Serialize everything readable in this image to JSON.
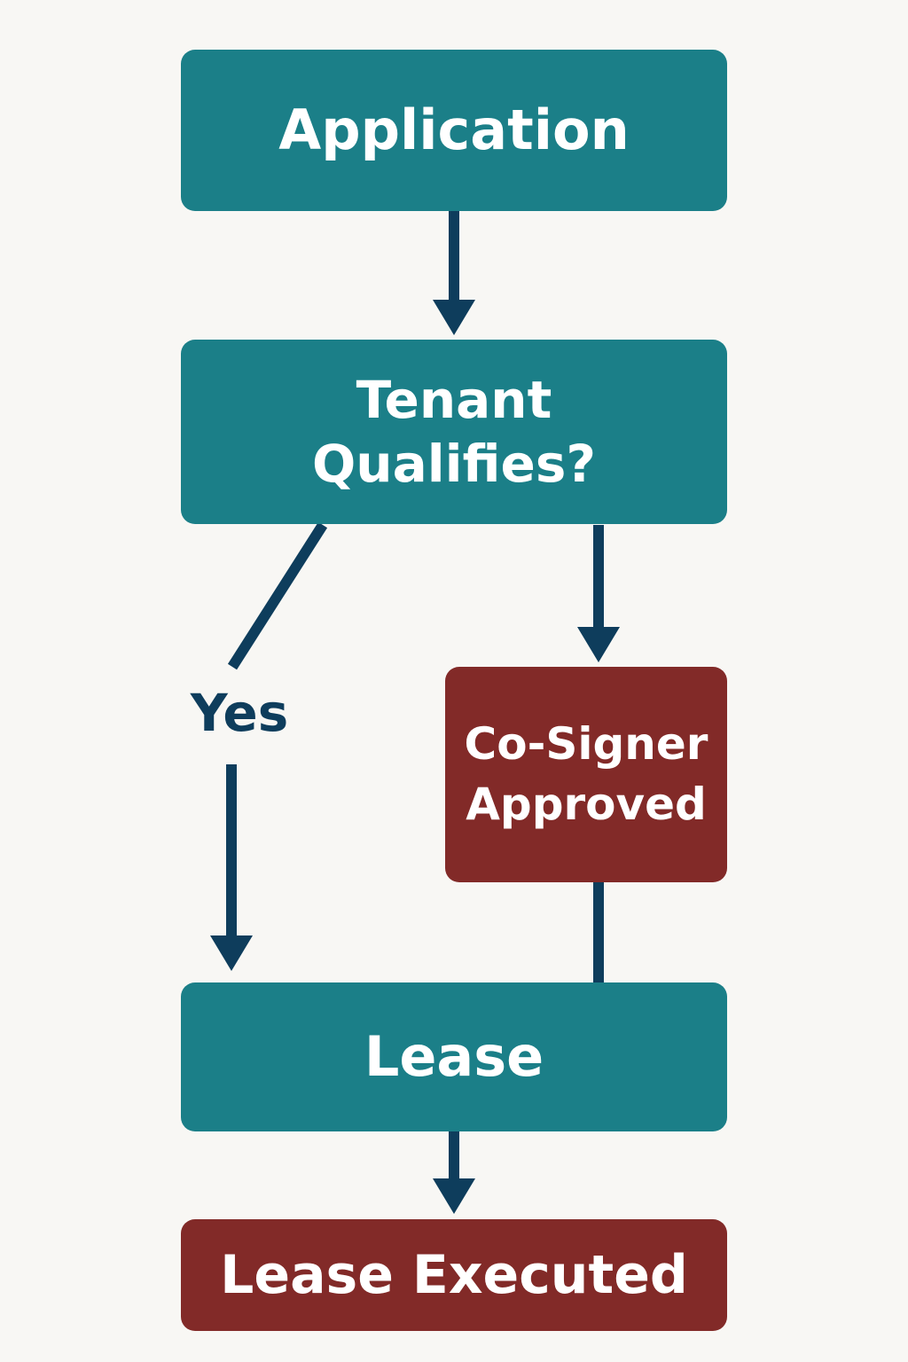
{
  "diagram": {
    "nodes": {
      "application": {
        "lines": [
          "Application"
        ],
        "color": "#1b7f88"
      },
      "tenant_qualifies": {
        "lines": [
          "Tenant",
          "Qualifies?"
        ],
        "color": "#1b7f88"
      },
      "cosigner_approved": {
        "lines": [
          "Co-Signer",
          "Approved"
        ],
        "color": "#822a28"
      },
      "lease": {
        "lines": [
          "Lease"
        ],
        "color": "#1b7f88"
      },
      "lease_executed": {
        "lines": [
          "Lease Executed"
        ],
        "color": "#822a28"
      }
    },
    "edge_labels": {
      "yes": "Yes"
    },
    "edges": [
      {
        "from": "application",
        "to": "tenant_qualifies"
      },
      {
        "from": "tenant_qualifies",
        "to": "lease",
        "label": "Yes"
      },
      {
        "from": "tenant_qualifies",
        "to": "cosigner_approved"
      },
      {
        "from": "cosigner_approved",
        "to": "lease"
      },
      {
        "from": "lease",
        "to": "lease_executed"
      }
    ],
    "connector_color": "#0e3d5c"
  }
}
